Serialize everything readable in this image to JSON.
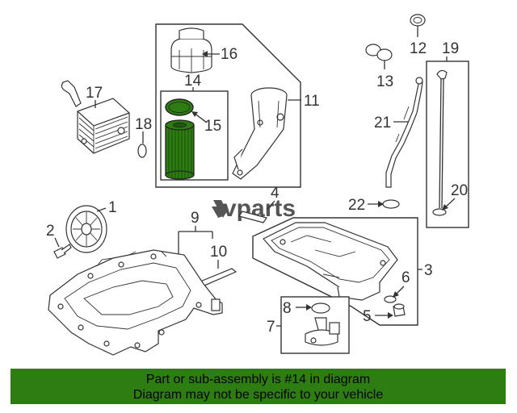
{
  "callouts": {
    "c1": "1",
    "c2": "2",
    "c3": "3",
    "c4": "4",
    "c5": "5",
    "c6": "6",
    "c7": "7",
    "c8": "8",
    "c9": "9",
    "c10": "10",
    "c11": "11",
    "c12": "12",
    "c13": "13",
    "c14": "14",
    "c15": "15",
    "c16": "16",
    "c17": "17",
    "c18": "18",
    "c19": "19",
    "c20": "20",
    "c21": "21",
    "c22": "22"
  },
  "watermark": "vparts",
  "highlight_color": "#2e7d12",
  "banner": {
    "line1": "Part or sub-assembly is #14 in diagram",
    "line2": "Diagram may not be specific to your vehicle"
  }
}
